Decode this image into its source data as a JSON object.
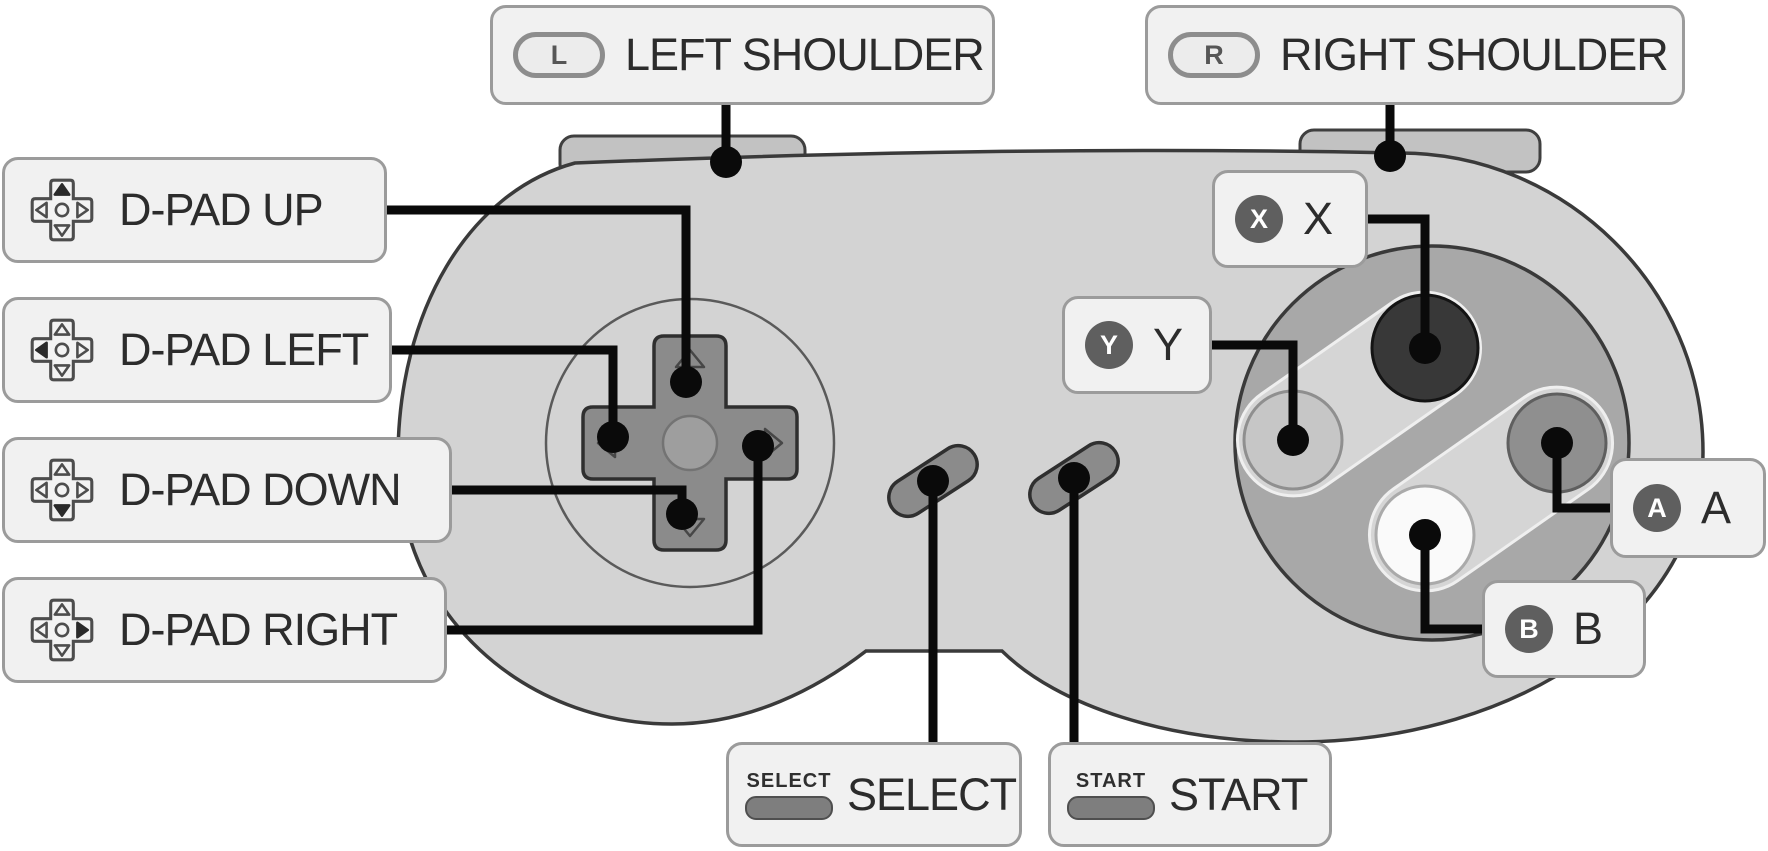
{
  "labels": {
    "left_shoulder": {
      "key": "L",
      "text": "LEFT SHOULDER"
    },
    "right_shoulder": {
      "key": "R",
      "text": "RIGHT SHOULDER"
    },
    "dpad_up": {
      "text": "D-PAD UP"
    },
    "dpad_left": {
      "text": "D-PAD LEFT"
    },
    "dpad_down": {
      "text": "D-PAD DOWN"
    },
    "dpad_right": {
      "text": "D-PAD RIGHT"
    },
    "x_button": {
      "key": "X",
      "text": "X"
    },
    "y_button": {
      "key": "Y",
      "text": "Y"
    },
    "a_button": {
      "key": "A",
      "text": "A"
    },
    "b_button": {
      "key": "B",
      "text": "B"
    },
    "select": {
      "key": "SELECT",
      "text": "SELECT"
    },
    "start": {
      "key": "START",
      "text": "START"
    }
  },
  "colors": {
    "background": "#ffffff",
    "callout_bg": "#f1f1f1",
    "callout_border": "#9b9b9b",
    "callout_text": "#2c2c2c",
    "connector": "#0a0a0a",
    "controller_body": "#d3d3d3",
    "dpad": "#8b8b8b",
    "face_button_area": "#a8a8a8",
    "button_x": "#383838",
    "button_y": "#c6c6c6",
    "button_a": "#8f8f8f",
    "button_b": "#fafafa",
    "badge_bg": "#5f5f5f"
  }
}
